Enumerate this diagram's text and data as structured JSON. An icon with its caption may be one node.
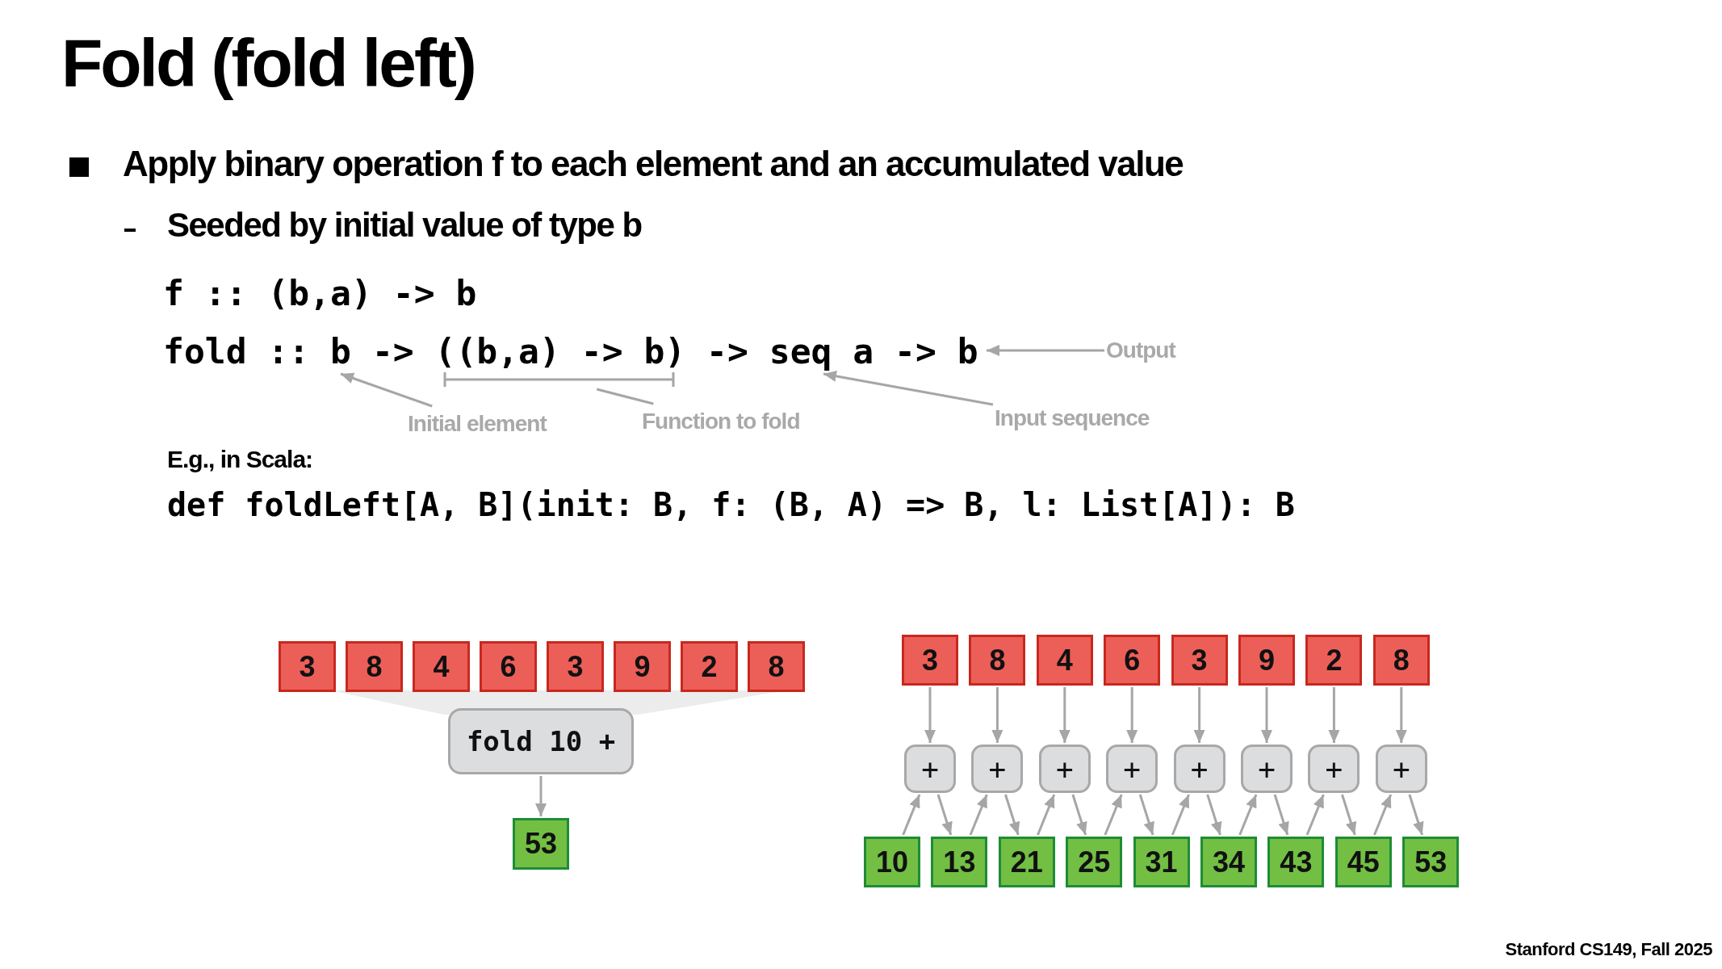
{
  "diagram": {
    "title": "Fold (fold left)",
    "nodes": [
      {
        "text": [
          "3"
        ]
      },
      {
        "text": [
          "8"
        ]
      },
      {
        "text": [
          "4"
        ]
      },
      {
        "text": [
          "6"
        ]
      },
      {
        "text": [
          "3"
        ]
      },
      {
        "text": [
          "9"
        ]
      },
      {
        "text": [
          "2"
        ]
      },
      {
        "text": [
          "8"
        ]
      },
      {
        "text": [
          "fold 10 +"
        ]
      },
      {
        "text": [
          "53"
        ]
      },
      {
        "text": [
          "3"
        ]
      },
      {
        "text": [
          "8"
        ]
      },
      {
        "text": [
          "4"
        ]
      },
      {
        "text": [
          "6"
        ]
      },
      {
        "text": [
          "3"
        ]
      },
      {
        "text": [
          "9"
        ]
      },
      {
        "text": [
          "2"
        ]
      },
      {
        "text": [
          "8"
        ]
      },
      {
        "text": [
          "+"
        ]
      },
      {
        "text": [
          "+"
        ]
      },
      {
        "text": [
          "+"
        ]
      },
      {
        "text": [
          "+"
        ]
      },
      {
        "text": [
          "+"
        ]
      },
      {
        "text": [
          "+"
        ]
      },
      {
        "text": [
          "+"
        ]
      },
      {
        "text": [
          "+"
        ]
      },
      {
        "text": [
          "10"
        ]
      },
      {
        "text": [
          "13"
        ]
      },
      {
        "text": [
          "21"
        ]
      },
      {
        "text": [
          "25"
        ]
      },
      {
        "text": [
          "31"
        ]
      },
      {
        "text": [
          "34"
        ]
      },
      {
        "text": [
          "43"
        ]
      },
      {
        "text": [
          "45"
        ]
      },
      {
        "text": [
          "53"
        ]
      },
      {
        "text": [
          "Initial element"
        ]
      },
      {
        "text": [
          "Function to fold"
        ]
      },
      {
        "text": [
          "Input sequence"
        ]
      },
      {
        "text": [
          "Output"
        ]
      },
      {
        "text": [],
        "shape": "trapezoid"
      },
      {
        "text": [],
        "shape": "bracket"
      },
      {
        "text": [
          "fold :: b -> ((b,a) -> b) -> seq a -> b"
        ]
      }
    ],
    "edges": [
      {
        "from": 8,
        "to": 9,
        "arrow": "to"
      },
      {
        "from": 10,
        "to": 18,
        "arrow": "to"
      },
      {
        "from": 11,
        "to": 19,
        "arrow": "to"
      },
      {
        "from": 12,
        "to": 20,
        "arrow": "to"
      },
      {
        "from": 13,
        "to": 21,
        "arrow": "to"
      },
      {
        "from": 14,
        "to": 22,
        "arrow": "to"
      },
      {
        "from": 15,
        "to": 23,
        "arrow": "to"
      },
      {
        "from": 16,
        "to": 24,
        "arrow": "to"
      },
      {
        "from": 17,
        "to": 25,
        "arrow": "to"
      },
      {
        "from": 26,
        "to": 18,
        "arrow": "to"
      },
      {
        "from": 18,
        "to": 27,
        "arrow": "to"
      },
      {
        "from": 27,
        "to": 19,
        "arrow": "to"
      },
      {
        "from": 19,
        "to": 28,
        "arrow": "to"
      },
      {
        "from": 28,
        "to": 20,
        "arrow": "to"
      },
      {
        "from": 20,
        "to": 29,
        "arrow": "to"
      },
      {
        "from": 29,
        "to": 21,
        "arrow": "to"
      },
      {
        "from": 21,
        "to": 30,
        "arrow": "to"
      },
      {
        "from": 30,
        "to": 22,
        "arrow": "to"
      },
      {
        "from": 22,
        "to": 31,
        "arrow": "to"
      },
      {
        "from": 31,
        "to": 23,
        "arrow": "to"
      },
      {
        "from": 23,
        "to": 32,
        "arrow": "to"
      },
      {
        "from": 32,
        "to": 24,
        "arrow": "to"
      },
      {
        "from": 24,
        "to": 33,
        "arrow": "to"
      },
      {
        "from": 33,
        "to": 25,
        "arrow": "to"
      },
      {
        "from": 25,
        "to": 34,
        "arrow": "to"
      },
      {
        "from": 35,
        "to": 41,
        "arrow": "to"
      },
      {
        "from": 36,
        "to": 40,
        "arrow": "none"
      },
      {
        "from": 37,
        "to": 41,
        "arrow": "to"
      },
      {
        "from": 38,
        "to": 41,
        "arrow": "to"
      }
    ],
    "labels": [
      "Apply binary operation f to each element and an accumulated value",
      "Seeded by initial value of type b",
      "f :: (b,a) -> b",
      "E.g., in Scala:",
      "def foldLeft[A, B](init: B, f: (B, A) => B, l: List[A]): B",
      "Stanford CS149, Fall 2025"
    ]
  }
}
